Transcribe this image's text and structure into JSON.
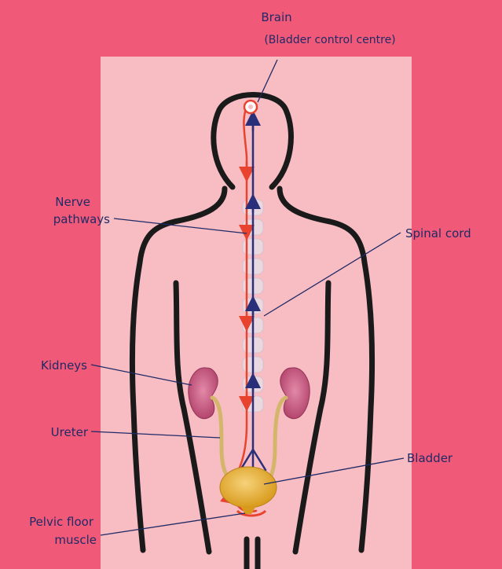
{
  "labels": {
    "brain": "Brain",
    "brain_sub": "(Bladder control centre)",
    "nerve_line1": "Nerve",
    "nerve_line2": "pathways",
    "spinal_cord": "Spinal cord",
    "kidneys": "Kidneys",
    "ureter": "Ureter",
    "bladder": "Bladder",
    "pelvic_line1": "Pelvic floor",
    "pelvic_line2": "muscle"
  },
  "colors": {
    "background": "#f05a78",
    "panel": "#f8bcc3",
    "label_text": "#1f2a66",
    "leader_line": "#1f2a66",
    "outline": "#1a1a1a",
    "spine": "#ead8e0",
    "sensory_nerve": "#e8432e",
    "motor_nerve": "#2a2f7a",
    "kidney": "#c4577c",
    "ureter": "#d4b66a",
    "bladder": "#e5ad2c"
  }
}
